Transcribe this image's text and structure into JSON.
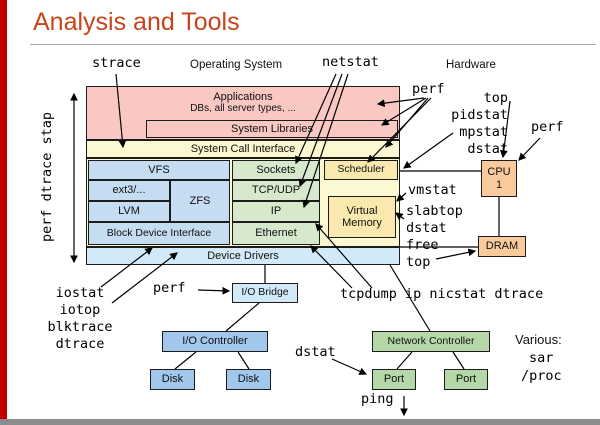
{
  "palette": {
    "title": "#c9431b",
    "left_bar": "#c00000",
    "pink": "#f9c8c3",
    "pale_yellow": "#fcf8d2",
    "yellow": "#fae9ae",
    "light_blue": "#c5dcf1",
    "mid_blue": "#a2c7ec",
    "pale_cyan": "#d2eaf8",
    "light_green": "#d7e9cd",
    "mid_green": "#b6d7a8",
    "orange": "#f9cb9c"
  },
  "title": "Analysis and Tools",
  "labels": {
    "operating_system": "Operating System",
    "hardware": "Hardware",
    "vertical_tools": "perf dtrace stap",
    "various": "Various:",
    "sar": "sar",
    "proc": "/proc"
  },
  "stack": {
    "applications": "Applications",
    "applications_sub": "DBs, all server types, ...",
    "system_libraries": "System Libraries",
    "system_call_interface": "System Call Interface",
    "vfs": "VFS",
    "ext3": "ext3/...",
    "zfs": "ZFS",
    "lvm": "LVM",
    "block_device_interface": "Block Device Interface",
    "sockets": "Sockets",
    "tcp_udp": "TCP/UDP",
    "ip": "IP",
    "ethernet": "Ethernet",
    "scheduler": "Scheduler",
    "virtual_line1": "Virtual",
    "virtual_line2": "Memory",
    "device_drivers": "Device Drivers",
    "io_bridge": "I/O Bridge",
    "io_controller": "I/O Controller",
    "network_controller": "Network Controller",
    "disk_left": "Disk",
    "disk_right": "Disk",
    "port_left": "Port",
    "port_right": "Port",
    "cpu_line1": "CPU",
    "cpu_line2": "1",
    "dram": "DRAM"
  },
  "tools": {
    "strace": "strace",
    "netstat": "netstat",
    "perf_top": "perf",
    "top_cpu": "top",
    "pidstat": "pidstat",
    "mpstat": "mpstat",
    "dstat_cpu": "dstat",
    "perf_cpu": "perf",
    "vmstat": "vmstat",
    "slabtop": "slabtop",
    "dstat_mem": "dstat",
    "free": "free",
    "top_mem": "top",
    "iostat": "iostat",
    "iotop": "iotop",
    "blktrace": "blktrace",
    "dtrace_block": "dtrace",
    "perf_io": "perf",
    "network_sniffers": "tcpdump ip nicstat dtrace",
    "dstat_net": "dstat",
    "ping": "ping"
  }
}
